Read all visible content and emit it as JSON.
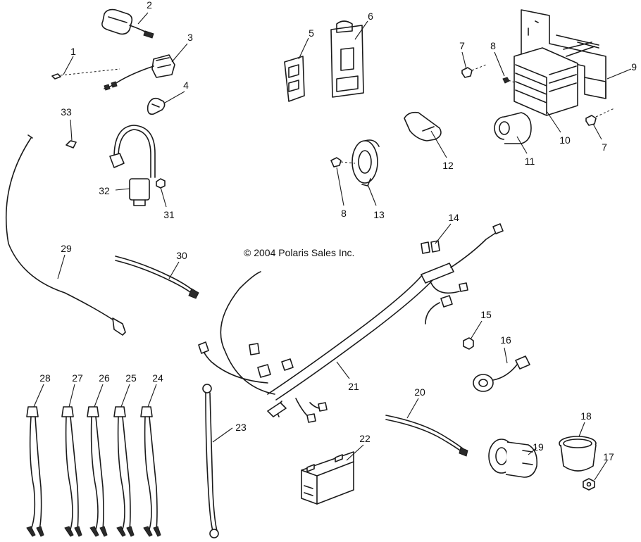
{
  "copyright": "© 2004 Polaris Sales Inc.",
  "callouts": [
    "1",
    "2",
    "3",
    "4",
    "5",
    "6",
    "7",
    "8",
    "9",
    "10",
    "11",
    "7",
    "12",
    "13",
    "8",
    "33",
    "32",
    "31",
    "29",
    "30",
    "14",
    "15",
    "16",
    "21",
    "28",
    "27",
    "26",
    "25",
    "24",
    "23",
    "20",
    "22",
    "19",
    "18",
    "17"
  ]
}
